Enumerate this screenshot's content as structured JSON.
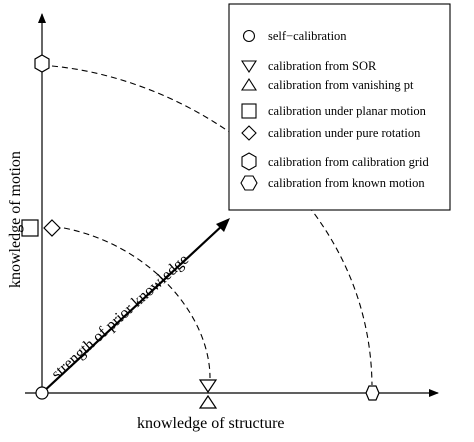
{
  "axes": {
    "x_label": "knowledge of structure",
    "y_label": "knowledge of motion",
    "diagonal_label": "strength of prior knowledge"
  },
  "legend": {
    "items": [
      {
        "marker": "circle",
        "label": "self−calibration"
      },
      {
        "marker": "triangle-down",
        "label": "calibration from SOR"
      },
      {
        "marker": "triangle-up",
        "label": "calibration from vanishing pt"
      },
      {
        "marker": "square",
        "label": "calibration under planar motion"
      },
      {
        "marker": "diamond",
        "label": "calibration under pure rotation"
      },
      {
        "marker": "hexagon-vertex",
        "label": "calibration from calibration grid"
      },
      {
        "marker": "hexagon-flat",
        "label": "calibration from known motion"
      }
    ]
  },
  "colors": {
    "ink": "#000000",
    "background": "#ffffff"
  }
}
